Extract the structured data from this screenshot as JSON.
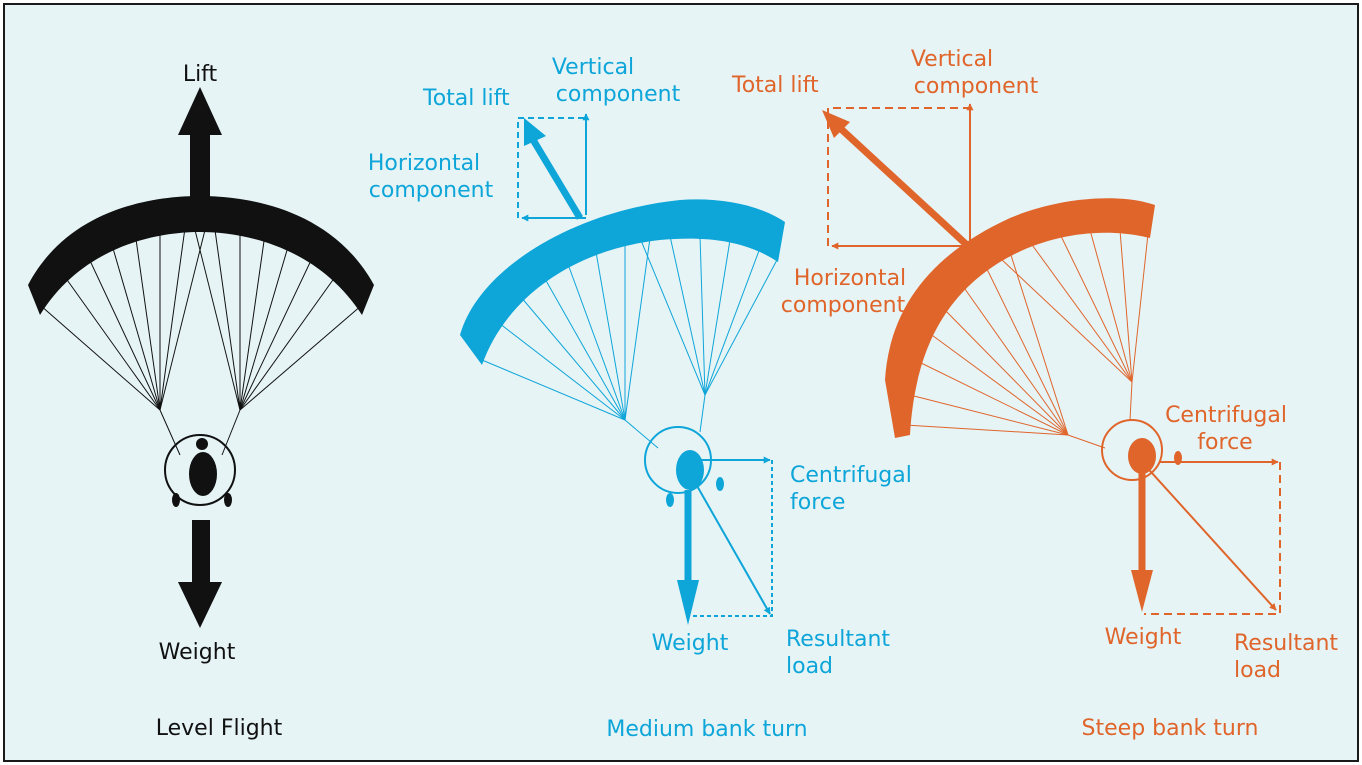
{
  "colors": {
    "background": "#e6f4f6",
    "border": "#1a1a1a",
    "level": "#111111",
    "medium": "#0ea5d9",
    "steep": "#e0652b"
  },
  "panels": {
    "level": {
      "caption": "Level Flight",
      "lift_label": "Lift",
      "weight_label": "Weight"
    },
    "medium": {
      "caption": "Medium bank turn",
      "total_lift": "Total lift",
      "vertical_1": "Vertical",
      "vertical_2": "component",
      "horizontal_1": "Horizontal",
      "horizontal_2": "component",
      "centrifugal_1": "Centrifugal",
      "centrifugal_2": "force",
      "weight_label": "Weight",
      "resultant_1": "Resultant",
      "resultant_2": "load"
    },
    "steep": {
      "caption": "Steep bank turn",
      "total_lift": "Total lift",
      "vertical_1": "Vertical",
      "vertical_2": "component",
      "horizontal_1": "Horizontal",
      "horizontal_2": "component",
      "centrifugal_1": "Centrifugal",
      "centrifugal_2": "force",
      "weight_label": "Weight",
      "resultant_1": "Resultant",
      "resultant_2": "load"
    }
  }
}
